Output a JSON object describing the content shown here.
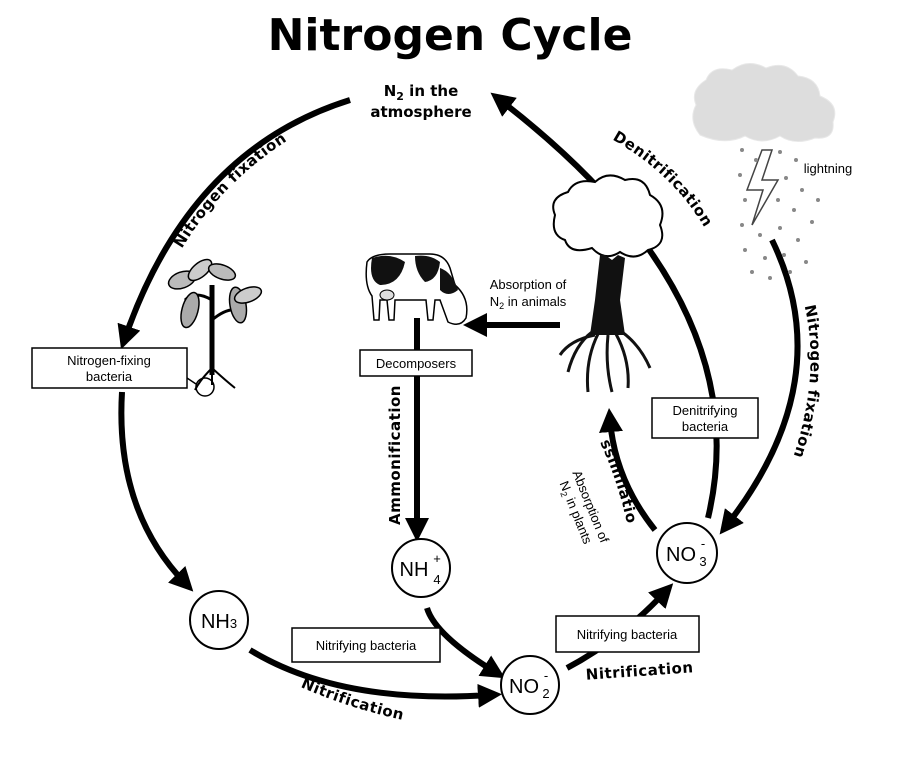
{
  "title": "Nitrogen Cycle",
  "atmosphere": {
    "line1_prefix": "N",
    "line1_sub": "2",
    "line1_suffix": " in the",
    "line2": "atmosphere"
  },
  "processes": {
    "fixation_left": "Nitrogen fixation",
    "fixation_right": "Nitrogen fixation",
    "denitrification": "Denitrification",
    "ammonification": "Ammonification",
    "assimilation": "Assimilation",
    "nitrification_left": "Nitrification",
    "nitrification_right": "Nitrification"
  },
  "boxes": {
    "nitrogen_fixing_line1": "Nitrogen-fixing",
    "nitrogen_fixing_line2": "bacteria",
    "decomposers": "Decomposers",
    "denitrifying_line1": "Denitrifying",
    "denitrifying_line2": "bacteria",
    "nitrifying_left": "Nitrifying bacteria",
    "nitrifying_right": "Nitrifying bacteria"
  },
  "compounds": {
    "nh3_main": "NH",
    "nh3_sub": "3",
    "nh4_main": "NH",
    "nh4_sub": "4",
    "nh4_sup": "+",
    "no2_main": "NO",
    "no2_sub": "2",
    "no2_sup": "-",
    "no3_main": "NO",
    "no3_sub": "3",
    "no3_sup": "-"
  },
  "notes": {
    "lightning": "lightning",
    "absorption_animals_line1": "Absorption of",
    "absorption_animals_line2_prefix": "N",
    "absorption_animals_line2_sub": "2",
    "absorption_animals_line2_suffix": " in animals",
    "absorption_plants_line1": "Absorption of",
    "absorption_plants_line2_prefix": "N",
    "absorption_plants_line2_sub": "2",
    "absorption_plants_line2_suffix": " in plants"
  },
  "icons": [
    "plant-icon",
    "cow-icon",
    "tree-icon",
    "cloud-icon",
    "lightning-bolt-icon",
    "rain-icon"
  ]
}
